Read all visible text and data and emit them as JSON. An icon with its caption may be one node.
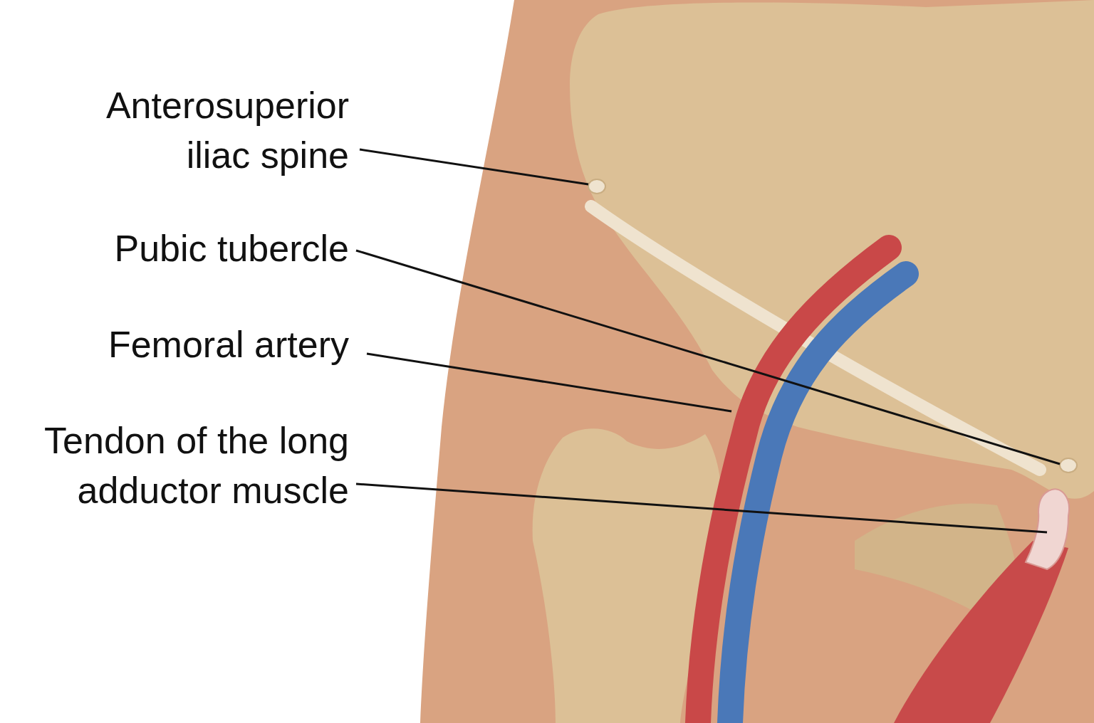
{
  "diagram": {
    "nodes": [
      {
        "text": [
          "Anterosuperior iliac spine"
        ]
      },
      {
        "text": [
          "Pubic tubercle"
        ]
      },
      {
        "text": [
          "Femoral artery"
        ]
      },
      {
        "text": [
          "Tendon of the long adductor muscle"
        ]
      },
      {
        "text": [],
        "shape": "circle"
      },
      {
        "text": [],
        "shape": "circle"
      },
      {
        "text": [],
        "shape": "picture"
      },
      {
        "text": [],
        "shape": "picture"
      }
    ],
    "edges": [
      {
        "from": 0,
        "to": 4,
        "arrow": "none"
      },
      {
        "from": 1,
        "to": 5,
        "arrow": "none"
      },
      {
        "from": 2,
        "to": 6,
        "arrow": "none"
      },
      {
        "from": 3,
        "to": 7,
        "arrow": "none"
      }
    ]
  }
}
